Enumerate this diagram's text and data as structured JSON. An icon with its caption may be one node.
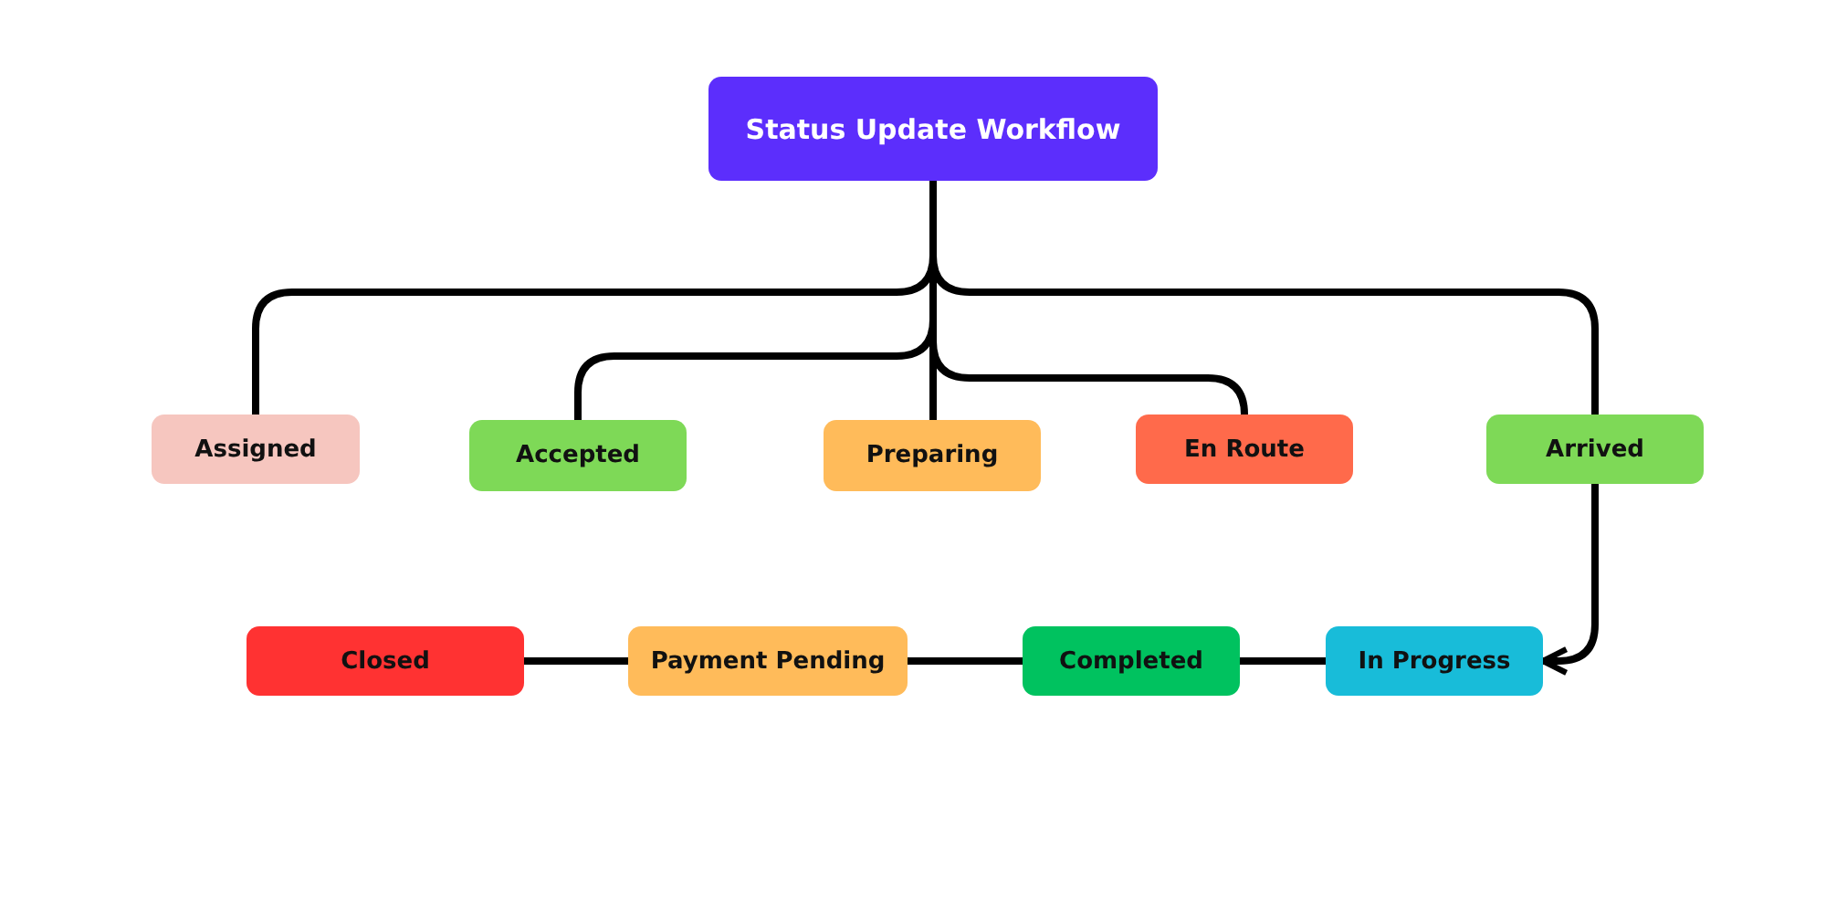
{
  "diagram": {
    "nodes": [
      {
        "text": [
          "Status Update Workflow"
        ]
      },
      {
        "text": [
          "Assigned"
        ]
      },
      {
        "text": [
          "Accepted"
        ]
      },
      {
        "text": [
          "Preparing"
        ]
      },
      {
        "text": [
          "En Route"
        ]
      },
      {
        "text": [
          "Arrived"
        ]
      },
      {
        "text": [
          "Closed"
        ]
      },
      {
        "text": [
          "Payment Pending"
        ]
      },
      {
        "text": [
          "Completed"
        ]
      },
      {
        "text": [
          "In Progress"
        ]
      }
    ],
    "edges": [
      {
        "from": 0,
        "to": 1,
        "arrow": "none"
      },
      {
        "from": 0,
        "to": 2,
        "arrow": "none"
      },
      {
        "from": 0,
        "to": 3,
        "arrow": "none"
      },
      {
        "from": 0,
        "to": 4,
        "arrow": "none"
      },
      {
        "from": 0,
        "to": 5,
        "arrow": "none"
      },
      {
        "from": 5,
        "to": 9,
        "arrow": "to"
      },
      {
        "from": 9,
        "to": 8,
        "arrow": "none"
      },
      {
        "from": 8,
        "to": 7,
        "arrow": "none"
      },
      {
        "from": 7,
        "to": 6,
        "arrow": "none"
      }
    ]
  }
}
